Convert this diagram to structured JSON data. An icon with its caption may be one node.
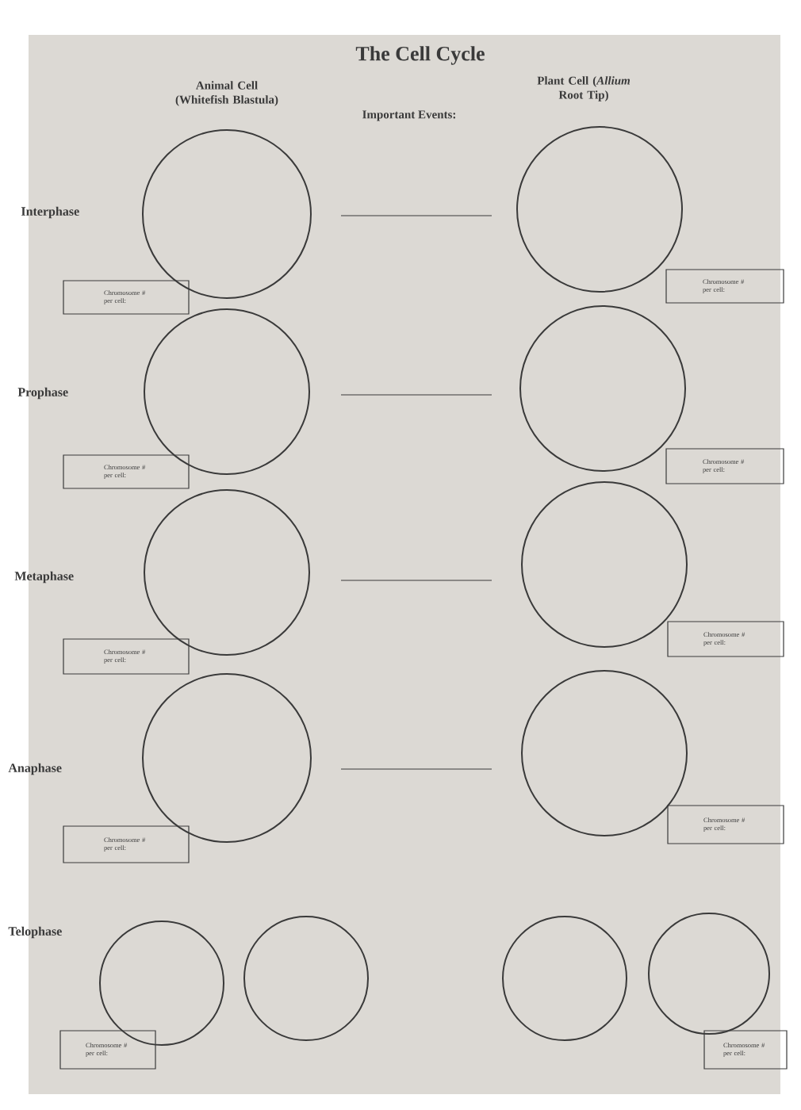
{
  "diagram": {
    "title": "The Cell Cycle",
    "nodes": [
      {
        "text": [],
        "shape": "circle"
      },
      {
        "text": [],
        "shape": "circle"
      },
      {
        "text": [
          "Chromosome # per cell:"
        ]
      },
      {
        "text": [
          "Chromosome # per cell:"
        ]
      },
      {
        "text": [],
        "shape": "circle"
      },
      {
        "text": [],
        "shape": "circle"
      },
      {
        "text": [
          "Chromosome # per cell:"
        ]
      },
      {
        "text": [
          "Chromosome # per cell:"
        ]
      },
      {
        "text": [],
        "shape": "circle"
      },
      {
        "text": [],
        "shape": "circle"
      },
      {
        "text": [
          "Chromosome # per cell:"
        ]
      },
      {
        "text": [
          "Chromosome # per cell:"
        ]
      },
      {
        "text": [],
        "shape": "circle"
      },
      {
        "text": [],
        "shape": "circle"
      },
      {
        "text": [
          "Chromosome # per cell:"
        ]
      },
      {
        "text": [
          "Chromosome # per cell:"
        ]
      },
      {
        "text": [],
        "shape": "circle"
      },
      {
        "text": [],
        "shape": "circle"
      },
      {
        "text": [],
        "shape": "circle"
      },
      {
        "text": [],
        "shape": "circle"
      },
      {
        "text": [
          "Chromosome # per cell:"
        ]
      },
      {
        "text": [
          "Chromosome # per cell:"
        ]
      }
    ],
    "labels": [
      "Animal Cell (Whitefish Blastula)",
      "Plant Cell (*Allium* Root Tip)",
      "Important Events:",
      "Interphase",
      "Prophase",
      "Metaphase",
      "Anaphase",
      "Telophase"
    ]
  }
}
